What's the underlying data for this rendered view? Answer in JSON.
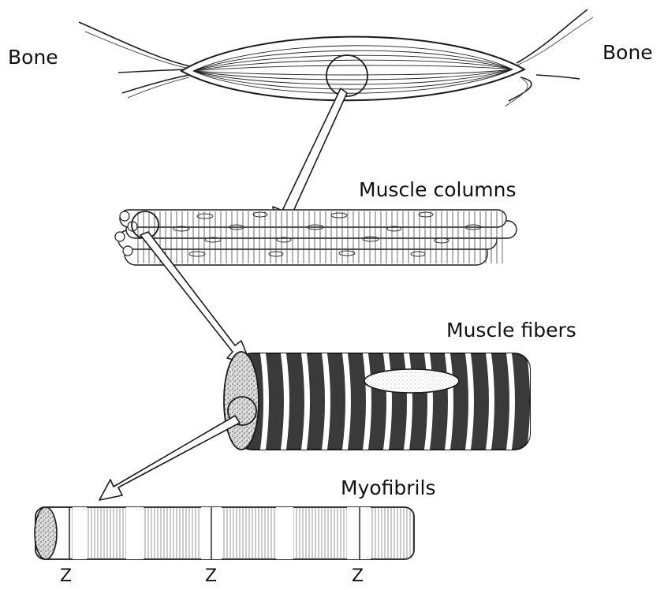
{
  "labels": {
    "bone_left": "Bone",
    "bone_right": "Bone",
    "muscle_columns": "Muscle columns",
    "muscle_fibers": "Muscle fibers",
    "myofibrils": "Myofibrils",
    "z1": "Z",
    "z2": "Z",
    "z3": "Z"
  },
  "colors": {
    "ink": "#1a1a1a",
    "stripe_dark": "#3a3a3a",
    "myofibril_band": "#b8b8b8"
  }
}
